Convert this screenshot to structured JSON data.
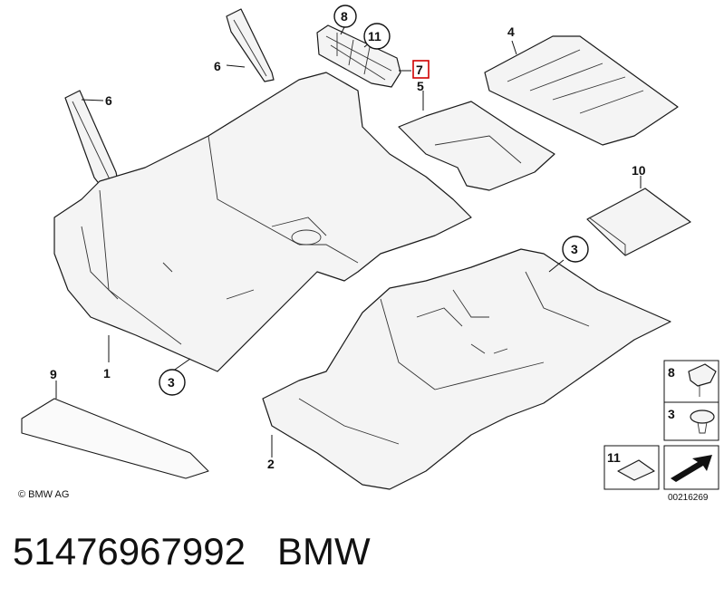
{
  "diagram": {
    "labels": {
      "p1": "1",
      "p2": "2",
      "p3a": "3",
      "p3b": "3",
      "p4": "4",
      "p5": "5",
      "p6a": "6",
      "p6b": "6",
      "p7": "7",
      "p8": "8",
      "p9": "9",
      "p10": "10",
      "p11": "11"
    },
    "legend": {
      "l8": "8",
      "l3": "3",
      "l11": "11"
    },
    "copyright": "© BMW AG",
    "doc_number": "00216269",
    "highlight_color": "#d00000"
  },
  "footer": {
    "part_number": "51476967992",
    "brand": "BMW"
  }
}
